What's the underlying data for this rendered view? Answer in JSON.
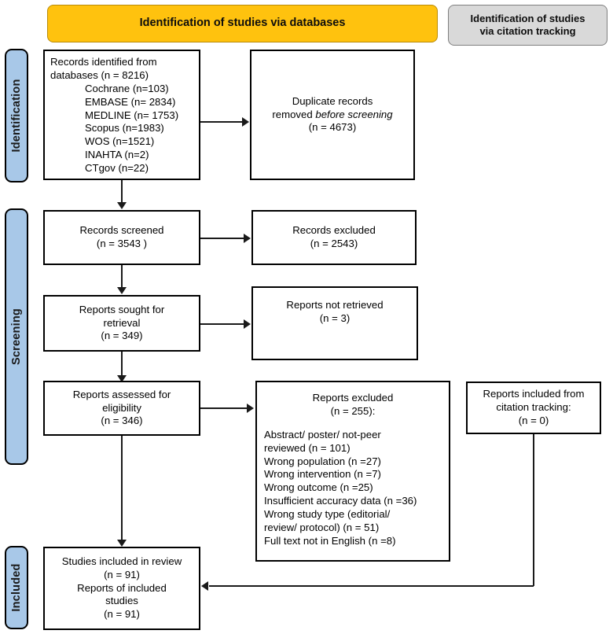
{
  "diagram": {
    "title": "PRISMA 2020 flow diagram",
    "colors": {
      "banner_databases": "#ffc20e",
      "banner_citation": "#d9d9d9",
      "phase_bar": "#a8c8e8",
      "box_border": "#000000",
      "connector": "#1a1a1a"
    }
  },
  "banners": {
    "databases": "Identification of studies via databases",
    "citation_line1": "Identification of studies",
    "citation_line2": "via citation tracking"
  },
  "phases": [
    {
      "label": "Identification"
    },
    {
      "label": "Screening"
    },
    {
      "label": "Included"
    }
  ],
  "boxes": {
    "records_identified": {
      "line1": "Records identified from",
      "line2": "databases (n = 8216)",
      "sources": [
        "Cochrane (n=103)",
        "EMBASE (n= 2834)",
        "MEDLINE (n= 1753)",
        "Scopus (n=1983)",
        "WOS (n=1521)",
        "INAHTA (n=2)",
        "CTgov (n=22)"
      ]
    },
    "duplicates_removed": {
      "line1": "Duplicate records",
      "line2_prefix": "removed ",
      "line2_italic": "before screening",
      "line3": "(n = 4673)"
    },
    "records_screened": {
      "line1": "Records screened",
      "line2": "(n = 3543 )"
    },
    "records_excluded": {
      "line1": "Records excluded",
      "line2": "(n = 2543)"
    },
    "reports_sought": {
      "line1": "Reports sought for",
      "line2": "retrieval",
      "line3": "(n = 349)"
    },
    "reports_not_retrieved": {
      "line1": "Reports not retrieved",
      "line2": "(n = 3)"
    },
    "reports_assessed": {
      "line1": "Reports assessed for",
      "line2": "eligibility",
      "line3": "(n = 346)"
    },
    "reports_excluded": {
      "head1": "Reports excluded",
      "head2": "(n = 255):",
      "reasons": [
        "Abstract/ poster/ not-peer",
        "reviewed (n = 101)",
        "Wrong population (n =27)",
        "Wrong intervention (n =7)",
        "Wrong outcome (n =25)",
        "Insufficient accuracy data (n =36)",
        "Wrong study type (editorial/",
        "review/ protocol) (n = 51)",
        "Full text not in English (n =8)"
      ]
    },
    "citation_included": {
      "line1": "Reports included from",
      "line2": "citation tracking:",
      "line3": "(n = 0)"
    },
    "studies_included": {
      "line1": "Studies included in review",
      "line2": "(n = 91)",
      "line3": "Reports of included",
      "line4": "studies",
      "line5": "(n = 91)"
    }
  },
  "chart_data": {
    "type": "diagram",
    "title": "PRISMA 2020 flow diagram",
    "nodes": [
      {
        "id": "records_identified",
        "label": "Records identified from databases",
        "n": 8216,
        "breakdown": {
          "Cochrane": 103,
          "EMBASE": 2834,
          "MEDLINE": 1753,
          "Scopus": 1983,
          "WOS": 1521,
          "INAHTA": 2,
          "CTgov": 22
        }
      },
      {
        "id": "duplicates_removed",
        "label": "Duplicate records removed before screening",
        "n": 4673
      },
      {
        "id": "records_screened",
        "label": "Records screened",
        "n": 3543
      },
      {
        "id": "records_excluded",
        "label": "Records excluded",
        "n": 2543
      },
      {
        "id": "reports_sought",
        "label": "Reports sought for retrieval",
        "n": 349
      },
      {
        "id": "reports_not_retrieved",
        "label": "Reports not retrieved",
        "n": 3
      },
      {
        "id": "reports_assessed",
        "label": "Reports assessed for eligibility",
        "n": 346
      },
      {
        "id": "reports_excluded",
        "label": "Reports excluded",
        "n": 255,
        "breakdown": {
          "Abstract/ poster/ not-peer reviewed": 101,
          "Wrong population": 27,
          "Wrong intervention": 7,
          "Wrong outcome": 25,
          "Insufficient accuracy data": 36,
          "Wrong study type (editorial/ review/ protocol)": 51,
          "Full text not in English": 8
        }
      },
      {
        "id": "citation_included",
        "label": "Reports included from citation tracking",
        "n": 0
      },
      {
        "id": "studies_included",
        "label": "Studies included in review",
        "n": 91,
        "reports_of_included_studies": 91
      }
    ],
    "edges": [
      {
        "from": "records_identified",
        "to": "duplicates_removed"
      },
      {
        "from": "records_identified",
        "to": "records_screened"
      },
      {
        "from": "records_screened",
        "to": "records_excluded"
      },
      {
        "from": "records_screened",
        "to": "reports_sought"
      },
      {
        "from": "reports_sought",
        "to": "reports_not_retrieved"
      },
      {
        "from": "reports_sought",
        "to": "reports_assessed"
      },
      {
        "from": "reports_assessed",
        "to": "reports_excluded"
      },
      {
        "from": "reports_assessed",
        "to": "studies_included"
      },
      {
        "from": "citation_included",
        "to": "studies_included"
      }
    ]
  }
}
